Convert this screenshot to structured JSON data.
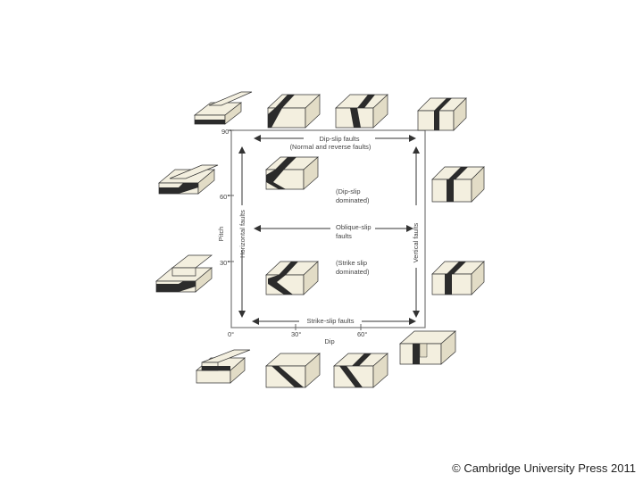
{
  "diagram": {
    "top_label_line1": "Dip-slip faults",
    "top_label_line2": "(Normal and reverse faults)",
    "dip_slip_dominated_line1": "(Dip-slip",
    "dip_slip_dominated_line2": "dominated)",
    "oblique_line1": "Oblique-slip",
    "oblique_line2": "faults",
    "strike_slip_dominated_line1": "(Strike slip",
    "strike_slip_dominated_line2": "dominated)",
    "bottom_label": "Strike-slip faults",
    "left_label": "Horizontal faults",
    "right_label": "Vertical faults",
    "y_axis_label": "Pitch",
    "x_axis_label": "Dip",
    "y_ticks": [
      "90°",
      "60°",
      "30°"
    ],
    "x_ticks": [
      "0°",
      "30°",
      "60°"
    ]
  },
  "colors": {
    "block_fill": "#f3efdf",
    "block_side": "#e2dcc6",
    "fault_fill": "#2b2b2b",
    "frame": "#666666"
  },
  "footer": {
    "copyright": "© Cambridge University Press 2011"
  }
}
